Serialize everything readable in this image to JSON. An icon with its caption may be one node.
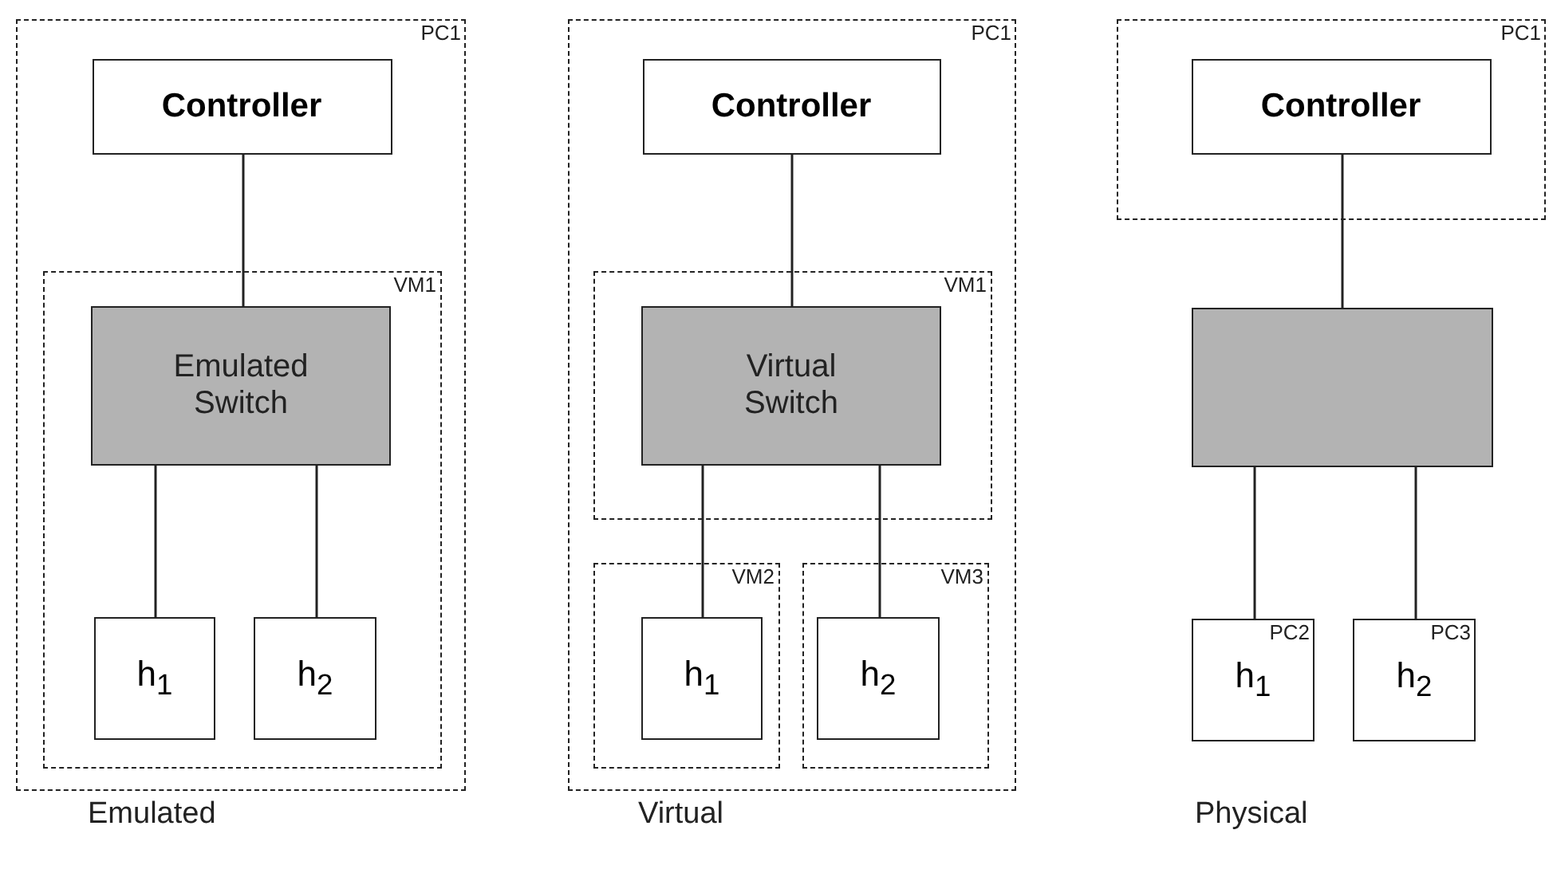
{
  "diagram": {
    "nodes": [
      {
        "text": [
          "PC1"
        ]
      },
      {
        "text": [
          "Controller"
        ],
        "in": 0
      },
      {
        "text": [
          "VM1"
        ],
        "in": 0
      },
      {
        "text": [
          "Emulated Switch"
        ],
        "in": 2
      },
      {
        "text": [
          "h$_{1}$"
        ],
        "in": 2
      },
      {
        "text": [
          "h$_{2}$"
        ],
        "in": 2
      },
      {
        "text": [
          "PC1"
        ]
      },
      {
        "text": [
          "Controller"
        ],
        "in": 6
      },
      {
        "text": [
          "VM1"
        ],
        "in": 6
      },
      {
        "text": [
          "Virtual Switch"
        ],
        "in": 8
      },
      {
        "text": [
          "VM2"
        ],
        "in": 6
      },
      {
        "text": [
          "h$_{1}$"
        ],
        "in": 10
      },
      {
        "text": [
          "VM3"
        ],
        "in": 6
      },
      {
        "text": [
          "h$_{2}$"
        ],
        "in": 12
      },
      {
        "text": [
          "PC1"
        ]
      },
      {
        "text": [
          "Controller"
        ],
        "in": 14
      },
      {
        "text": [],
        "shape": "box"
      },
      {
        "text": [
          "PC2",
          "h$_{1}$"
        ]
      },
      {
        "text": [
          "PC3",
          "h$_{2}$"
        ]
      }
    ],
    "edges": [
      {
        "from": 1,
        "to": 3,
        "arrow": "none"
      },
      {
        "from": 3,
        "to": 4,
        "arrow": "none"
      },
      {
        "from": 3,
        "to": 5,
        "arrow": "none"
      },
      {
        "from": 7,
        "to": 9,
        "arrow": "none"
      },
      {
        "from": 9,
        "to": 11,
        "arrow": "none"
      },
      {
        "from": 9,
        "to": 13,
        "arrow": "none"
      },
      {
        "from": 15,
        "to": 16,
        "arrow": "none"
      },
      {
        "from": 16,
        "to": 17,
        "arrow": "none"
      },
      {
        "from": 16,
        "to": 18,
        "arrow": "none"
      }
    ],
    "labels": [
      "Emulated",
      "Virtual",
      "Physical"
    ]
  }
}
